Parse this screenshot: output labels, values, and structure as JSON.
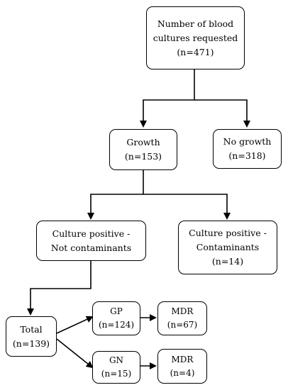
{
  "nodes": {
    "requested": {
      "line1": "Number of blood",
      "line2": "cultures requested",
      "count": "(n=471)"
    },
    "growth": {
      "label": "Growth",
      "count": "(n=153)"
    },
    "no_growth": {
      "label": "No growth",
      "count": "(n=318)"
    },
    "not_contaminants": {
      "line1": "Culture positive -",
      "line2": "Not contaminants"
    },
    "contaminants": {
      "line1": "Culture positive -",
      "line2": "Contaminants",
      "count": "(n=14)"
    },
    "total": {
      "label": "Total",
      "count": "(n=139)"
    },
    "gp": {
      "label": "GP",
      "count": "(n=124)"
    },
    "gp_mdr": {
      "label": "MDR",
      "count": "(n=67)"
    },
    "gn": {
      "label": "GN",
      "count": "(n=15)"
    },
    "gn_mdr": {
      "label": "MDR",
      "count": "(n=4)"
    }
  },
  "colors": {
    "stroke": "#000000",
    "fill": "#ffffff"
  }
}
